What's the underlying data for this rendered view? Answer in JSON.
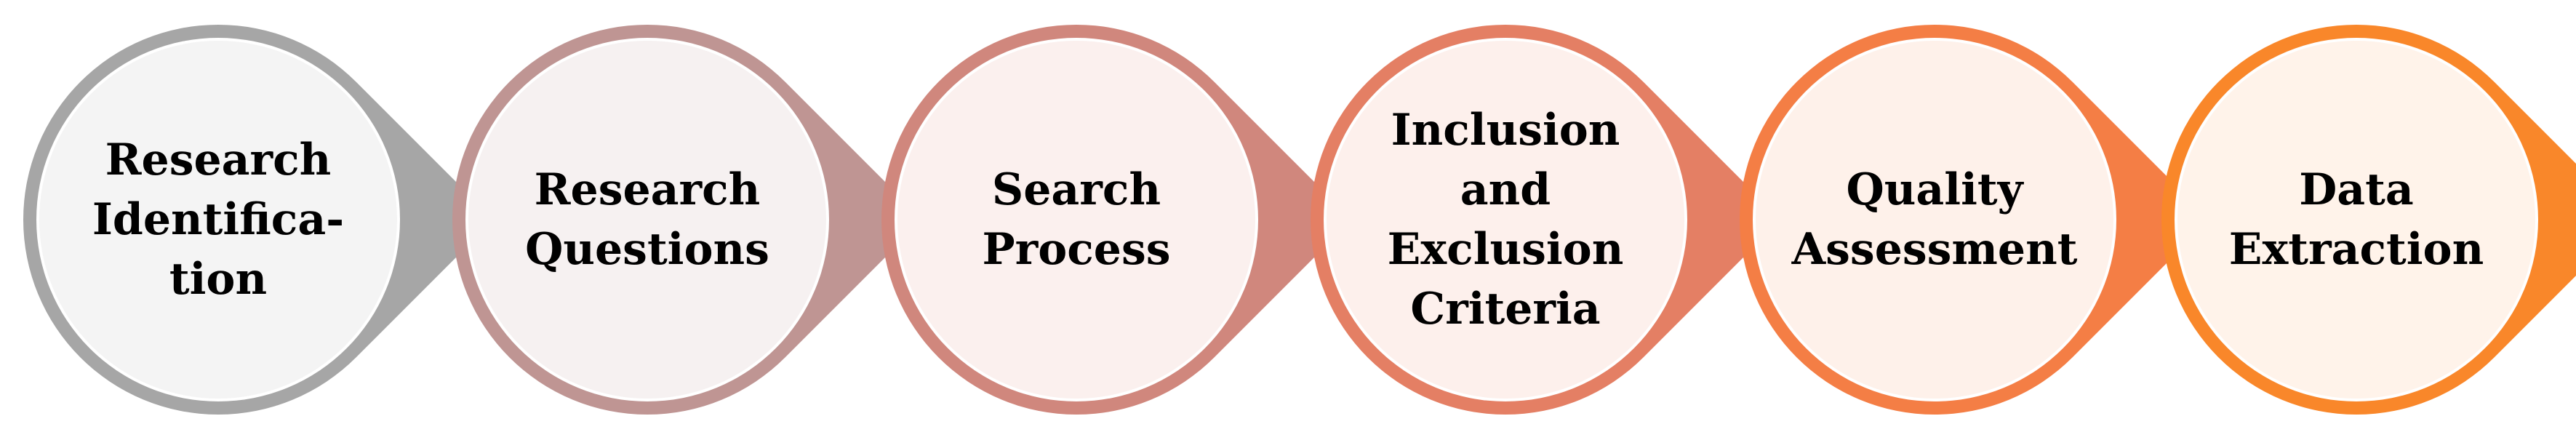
{
  "process": {
    "steps": [
      {
        "lines": [
          "Research",
          "Identifica-",
          "tion"
        ],
        "ring_color": "#a6a6a6",
        "fill_color": "#f4f4f4"
      },
      {
        "lines": [
          "Research",
          "Questions"
        ],
        "ring_color": "#bf9593",
        "fill_color": "#f6f1f1"
      },
      {
        "lines": [
          "Search",
          "Process"
        ],
        "ring_color": "#d0877d",
        "fill_color": "#fbf0ee"
      },
      {
        "lines": [
          "Inclusion",
          "and",
          "Exclusion",
          "Criteria"
        ],
        "ring_color": "#e47f64",
        "fill_color": "#fdf0ec"
      },
      {
        "lines": [
          "Quality",
          "Assessment"
        ],
        "ring_color": "#f47e45",
        "fill_color": "#fef1ea"
      },
      {
        "lines": [
          "Data",
          "Extraction"
        ],
        "ring_color": "#f9872a",
        "fill_color": "#fff3ea"
      }
    ]
  }
}
